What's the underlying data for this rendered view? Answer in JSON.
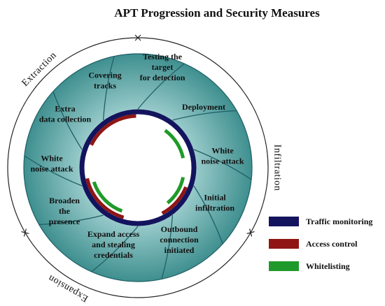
{
  "title": "APT Progression and Security Measures",
  "colors": {
    "segment_inner": "#a3d1d1",
    "segment_outer": "#3f8f8f",
    "segment_border": "#1f5f66",
    "traffic_monitoring": "#14145e",
    "access_control": "#8f1515",
    "whitelisting": "#1f9a2a",
    "outer_ring": "#222222"
  },
  "phases": [
    {
      "id": "infiltration",
      "label": "Infiltration"
    },
    {
      "id": "expansion",
      "label": "Expansion"
    },
    {
      "id": "extraction",
      "label": "Extraction"
    }
  ],
  "segments": [
    {
      "id": "testing",
      "lines": [
        "Testing the",
        "target",
        "for detection"
      ]
    },
    {
      "id": "deployment",
      "lines": [
        "Deployment"
      ]
    },
    {
      "id": "white-noise-right",
      "lines": [
        "White",
        "noise attack"
      ]
    },
    {
      "id": "initial-infiltration",
      "lines": [
        "Initial",
        "infiltration"
      ]
    },
    {
      "id": "outbound",
      "lines": [
        "Outbound",
        "connection",
        "initiated"
      ]
    },
    {
      "id": "expand-access",
      "lines": [
        "Expand access",
        "and stealing",
        "credentials"
      ]
    },
    {
      "id": "broaden",
      "lines": [
        "Broaden",
        "the",
        "presence"
      ]
    },
    {
      "id": "white-noise-left",
      "lines": [
        "White",
        "noise attack"
      ]
    },
    {
      "id": "extra-data",
      "lines": [
        "Extra",
        "data collection"
      ]
    },
    {
      "id": "covering",
      "lines": [
        "Covering",
        "tracks"
      ]
    }
  ],
  "legend": [
    {
      "id": "traffic-monitoring",
      "label": "Traffic monitoring"
    },
    {
      "id": "access-control",
      "label": "Access control"
    },
    {
      "id": "whitelisting",
      "label": "Whitelisting"
    }
  ]
}
